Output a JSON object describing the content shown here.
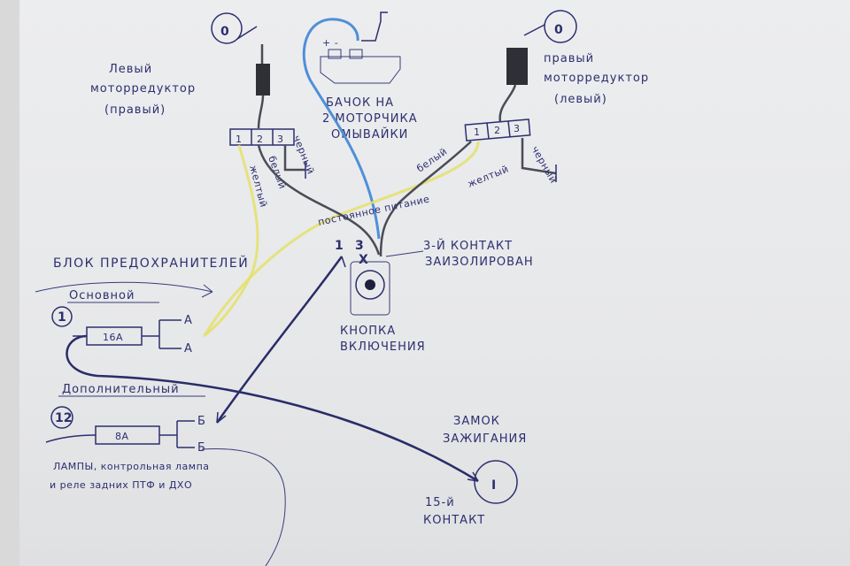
{
  "labels": {
    "left_motor": [
      "Левый",
      "моторредуктор",
      "(правый)"
    ],
    "right_motor": [
      "правый",
      "моторредуктор",
      "(левый)"
    ],
    "washer_tank": [
      "БАЧОК НА",
      "2 МОТОРЧИКА",
      "ОМЫВАЙКИ"
    ],
    "tank_polarity": "+ -",
    "permanent_power": "постоянное питание",
    "wire_white": "белый",
    "wire_yellow_left": "желтый",
    "wire_white_left": "белый",
    "wire_black_left": "черный",
    "wire_yellow_right": "желтый",
    "wire_black_right": "черный",
    "button_contacts": [
      "1",
      "3",
      "X"
    ],
    "third_contact": [
      "3-Й КОНТАКТ",
      "ЗАИЗОЛИРОВАН"
    ],
    "button": [
      "КНОПКА",
      "ВКЛЮЧЕНИЯ"
    ],
    "fuse_block": "БЛОК ПРЕДОХРАНИТЕЛЕЙ",
    "main": "Основной",
    "additional": "Дополнительный",
    "fuse_main_num": "1",
    "fuse_main_rating": "16А",
    "fuse_main_outs": [
      "А",
      "А"
    ],
    "fuse_add_num": "12",
    "fuse_add_rating": "8А",
    "fuse_add_outs": [
      "Б",
      "Б"
    ],
    "consumers": [
      "ЛАМПЫ, контрольная лампа",
      "и реле задних ПТФ и ДХО"
    ],
    "ignition": [
      "ЗАМОК",
      "ЗАЖИГАНИЯ"
    ],
    "ignition_contact": [
      "15-й",
      "КОНТАКТ"
    ],
    "connector_pins_left": [
      "1",
      "2",
      "3"
    ],
    "connector_pins_right": [
      "1",
      "2",
      "3"
    ],
    "motor_symbol_left": "0",
    "motor_symbol_right": "0",
    "ignition_symbol": "I"
  },
  "colors": {
    "ink": "#2d2f6e",
    "wire_yellow": "#e4e06a",
    "wire_blue": "#4f8fd8",
    "wire_gray": "#4a4c56",
    "paper": "#ecedef"
  },
  "icons": [
    "motor-icon",
    "washer-tank-icon",
    "push-button-icon",
    "ground-icon",
    "fuse-icon",
    "ignition-lock-icon"
  ]
}
